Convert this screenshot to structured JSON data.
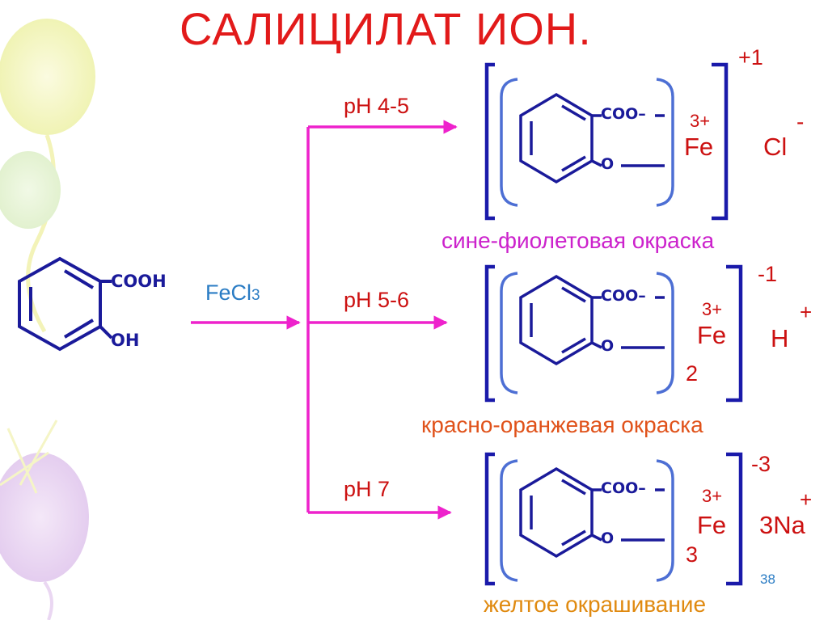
{
  "title": "САЛИЦИЛАТ ИОН.",
  "reactant": {
    "group_top": "COOH",
    "group_bottom": "OH"
  },
  "reagent": {
    "label": "FeCl",
    "subscript": "3"
  },
  "branches": [
    {
      "ph": "pH 4-5",
      "ring_group_top": "COO–",
      "ring_group_bottom": "O",
      "fe_charge": "3+",
      "metal": "Fe",
      "count": "",
      "complex_charge": "+1",
      "counter_ion": "Cl",
      "counter_ion_charge": "-",
      "color_description": "сине-фиолетовая окраска",
      "caption_color": "#cc22cc"
    },
    {
      "ph": "pH 5-6",
      "ring_group_top": "COO–",
      "ring_group_bottom": "O",
      "fe_charge": "3+",
      "metal": "Fe",
      "count": "2",
      "complex_charge": "-1",
      "counter_ion": "H",
      "counter_ion_charge": "+",
      "color_description": "красно-оранжевая окраска",
      "caption_color": "#e0521a"
    },
    {
      "ph": "pH 7",
      "ring_group_top": "COO–",
      "ring_group_bottom": "O",
      "fe_charge": "3+",
      "metal": "Fe",
      "count": "3",
      "complex_charge": "-3",
      "counter_ion": "3Na",
      "counter_ion_charge": "+",
      "color_description": "желтое окрашивание",
      "caption_color": "#e08a10"
    }
  ],
  "page_number": "38"
}
